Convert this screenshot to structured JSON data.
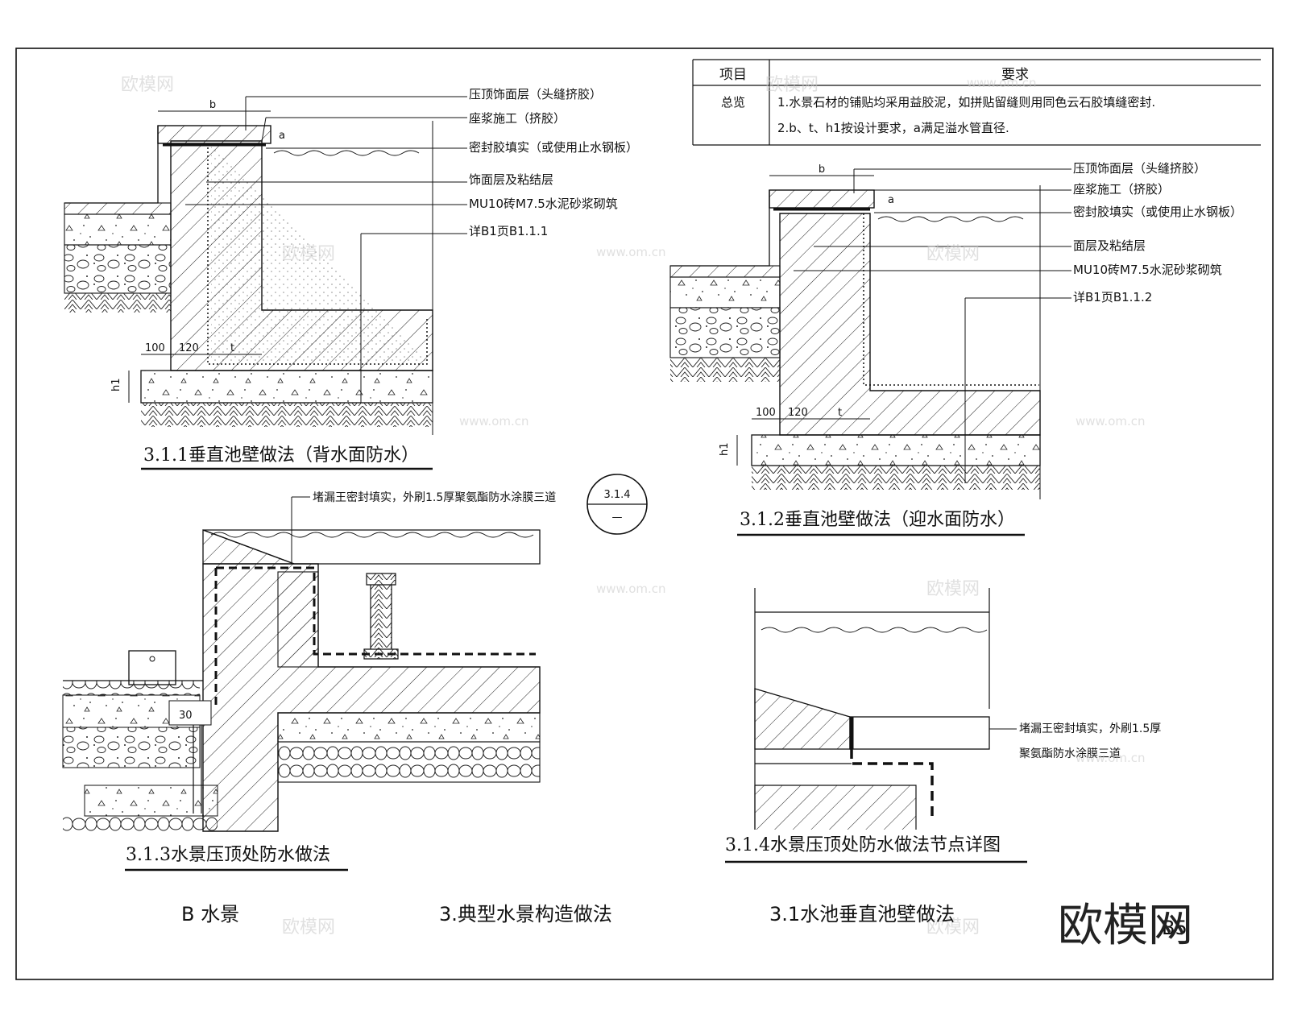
{
  "table": {
    "header_item": "项目",
    "header_req": "要求",
    "row_label": "总览",
    "row_line1": "1.水景石材的铺贴均采用益胶泥，如拼贴留缝则用同色云石胶填缝密封.",
    "row_line2": "2.b、t、h1按设计要求，a满足溢水管直径."
  },
  "detail_311": {
    "caption": "3.1.1垂直池壁做法（背水面防水）",
    "labels": [
      "压顶饰面层（头缝挤胶）",
      "座浆施工（挤胶）",
      "密封胶填实（或使用止水钢板）",
      "饰面层及粘结层",
      "MU10砖M7.5水泥砂浆砌筑",
      "详B1页B1.1.1"
    ],
    "dim_b": "b",
    "dim_a": "a",
    "dim_100": "100",
    "dim_120": "120",
    "dim_t": "t",
    "dim_h1": "h1"
  },
  "detail_312": {
    "caption": "3.1.2垂直池壁做法（迎水面防水）",
    "labels": [
      "压顶饰面层（头缝挤胶）",
      "座浆施工（挤胶）",
      "密封胶填实（或使用止水钢板）",
      "面层及粘结层",
      "MU10砖M7.5水泥砂浆砌筑",
      "详B1页B1.1.2"
    ],
    "dim_b": "b",
    "dim_a": "a",
    "dim_100": "100",
    "dim_120": "120",
    "dim_t": "t",
    "dim_h1": "h1"
  },
  "detail_313": {
    "caption": "3.1.3水景压顶处防水做法",
    "note": "堵漏王密封填实，外刷1.5厚聚氨酯防水涂膜三道",
    "ref_top": "3.1.4",
    "ref_bottom": "—",
    "dim_30": "30"
  },
  "detail_314": {
    "caption": "3.1.4水景压顶处防水做法节点详图",
    "note_line1": "堵漏王密封填实，外刷1.5厚",
    "note_line2": "聚氨酯防水涂膜三道"
  },
  "footer": {
    "left": "B 水景",
    "center": "3.典型水景构造做法",
    "right": "3.1水池垂直池壁做法",
    "page": "B5",
    "brand": "欧模网"
  },
  "watermark": {
    "text": "欧模网",
    "url": "www.om.cn"
  },
  "colors": {
    "line": "#111111",
    "paper": "#ffffff"
  }
}
